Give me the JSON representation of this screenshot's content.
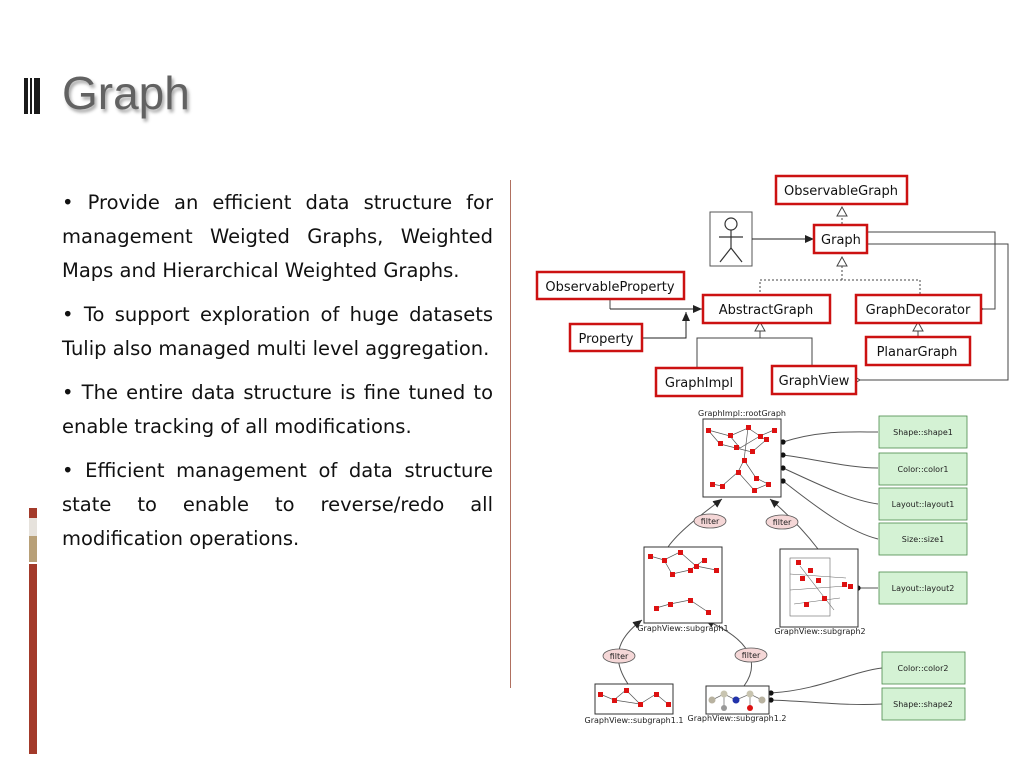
{
  "slide": {
    "title": "Graph"
  },
  "bullets": [
    "Provide an efficient data structure for management Weigted Graphs, Weighted Maps and Hierarchical Weighted Graphs.",
    "To support exploration of huge datasets Tulip also managed multi level aggregation.",
    "The entire data structure is fine tuned to enable tracking  of all modifications.",
    "Efficient management of data structure state to enable to reverse/redo all modification operations."
  ],
  "uml": {
    "observable_graph": "ObservableGraph",
    "graph": "Graph",
    "observable_property": "ObservableProperty",
    "abstract_graph": "AbstractGraph",
    "graph_decorator": "GraphDecorator",
    "property": "Property",
    "planar_graph": "PlanarGraph",
    "graph_impl": "GraphImpl",
    "graph_view": "GraphView"
  },
  "hierarchy": {
    "root": "GraphImpl::rootGraph",
    "subgraph1": "GraphView::subgraph1",
    "subgraph2": "GraphView::subgraph2",
    "subgraph1_1": "GraphView::subgraph1.1",
    "subgraph1_2": "GraphView::subgraph1.2",
    "filter": "filter",
    "props": {
      "shape1": "Shape::shape1",
      "color1": "Color::color1",
      "layout1": "Layout::layout1",
      "size1": "Size::size1",
      "layout2": "Layout::layout2",
      "color2": "Color::color2",
      "shape2": "Shape::shape2"
    }
  },
  "colors": {
    "accent_red": "#cc1111",
    "title_gray": "#626262",
    "prop_green": "#d4f2d4",
    "filter_pink": "#f5d7d7",
    "stripe_dark": "#a33a2a",
    "stripe_tan": "#b8a078",
    "stripe_light": "#e6e2dc"
  }
}
